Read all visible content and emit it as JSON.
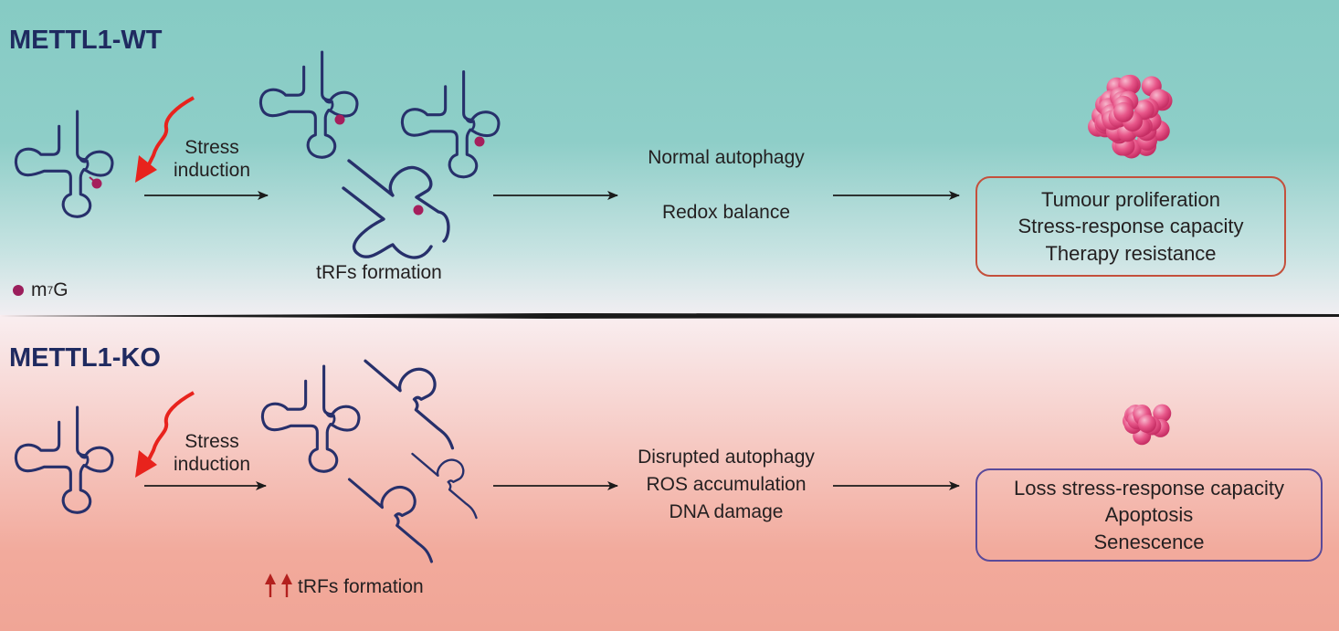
{
  "colors": {
    "rna_strand": "#27306b",
    "m7g_dot": "#a51f5c",
    "stress_arrow": "#e8231d",
    "wt_box_border": "#c4503c",
    "ko_box_border": "#5a4a9a",
    "up_arrow": "#b3201e",
    "tumour_cell": "#e8578a"
  },
  "wt": {
    "title": "METTL1-WT",
    "stress_label_1": "Stress",
    "stress_label_2": "induction",
    "trfs_label": "tRFs formation",
    "effects": [
      "Normal autophagy",
      "Redox balance"
    ],
    "outcomes": [
      "Tumour proliferation",
      "Stress-response capacity",
      "Therapy resistance"
    ],
    "legend": {
      "base": "m",
      "sup": "7",
      "tail": "G"
    }
  },
  "ko": {
    "title": "METTL1-KO",
    "stress_label_1": "Stress",
    "stress_label_2": "induction",
    "trfs_label": "tRFs formation",
    "effects": [
      "Disrupted autophagy",
      "ROS accumulation",
      "DNA damage"
    ],
    "outcomes": [
      "Loss stress-response capacity",
      "Apoptosis",
      "Senescence"
    ]
  }
}
